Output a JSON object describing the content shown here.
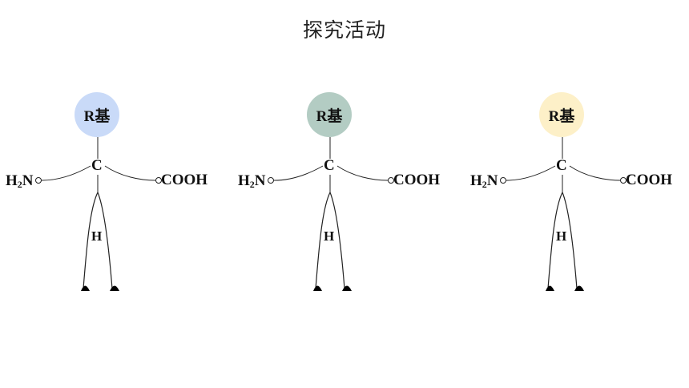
{
  "title": "探究活动",
  "figures": [
    {
      "r_label": "R基",
      "c_label": "C",
      "h_label": "H",
      "n_label_main": "H",
      "n_label_sub": "2",
      "n_label_tail": "N",
      "cooh_label": "COOH",
      "circle_color": "#c9daf8"
    },
    {
      "r_label": "R基",
      "c_label": "C",
      "h_label": "H",
      "n_label_main": "H",
      "n_label_sub": "2",
      "n_label_tail": "N",
      "cooh_label": "COOH",
      "circle_color": "#b3ccc3"
    },
    {
      "r_label": "R基",
      "c_label": "C",
      "h_label": "H",
      "n_label_main": "H",
      "n_label_sub": "2",
      "n_label_tail": "N",
      "cooh_label": "COOH",
      "circle_color": "#fdf0c8"
    }
  ]
}
